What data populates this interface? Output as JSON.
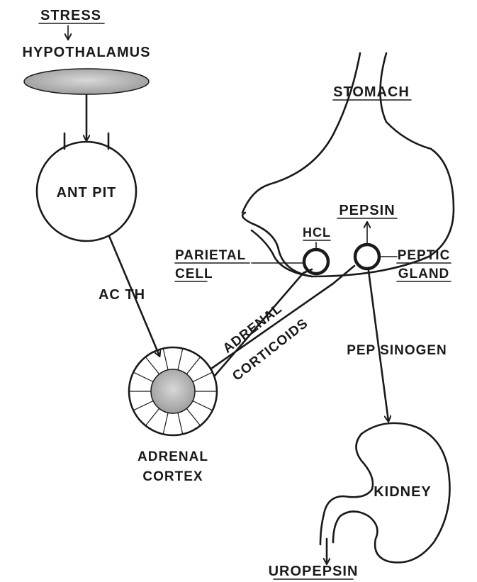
{
  "labels": {
    "stress": "STRESS",
    "hypothalamus": "HYPOTHALAMUS",
    "stomach": "STOMACH",
    "ant_pit": "ANT PIT",
    "pepsin": "PEPSIN",
    "hcl": "HCL",
    "parietal_1": "PARIETAL",
    "parietal_2": "CELL",
    "peptic_1": "PEPTIC",
    "peptic_2": "GLAND",
    "acth": "AC TH",
    "adrenal_corticoids_1": "ADRENAL",
    "adrenal_corticoids_2": "CORTICOIDS",
    "pepsinogen": "PEP SINOGEN",
    "adrenal_cortex_1": "ADRENAL",
    "adrenal_cortex_2": "CORTEX",
    "kidney": "KIDNEY",
    "uropepsin": "UROPEPSIN"
  },
  "colors": {
    "ink": "#1a1a1a",
    "shading": "#bdbdbd"
  }
}
